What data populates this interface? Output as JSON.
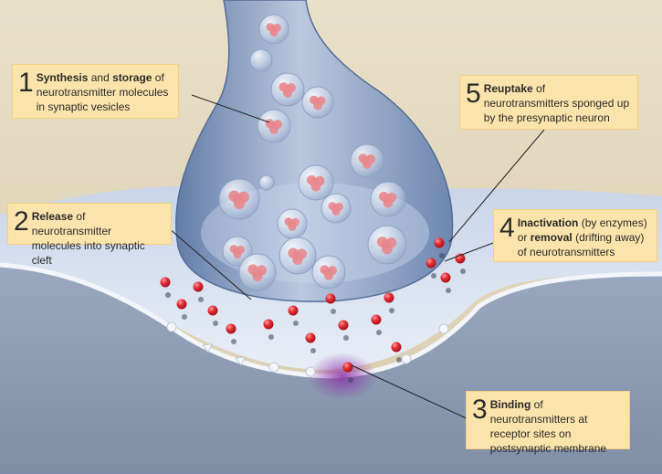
{
  "callouts": [
    {
      "num": "1",
      "bold": "Synthesis",
      "mid": " and ",
      "bold2": "storage",
      "rest": " of neurotransmitter molecules in synaptic vesicles"
    },
    {
      "num": "2",
      "bold": "Release",
      "mid": "",
      "bold2": "",
      "rest": " of neurotransmitter molecules into synaptic cleft"
    },
    {
      "num": "3",
      "bold": "Binding",
      "mid": "",
      "bold2": "",
      "rest": " of neurotransmitters at receptor sites on postsynaptic membrane"
    },
    {
      "num": "4",
      "bold": "Inactivation",
      "mid": " (by enzymes) or ",
      "bold2": "removal",
      "rest": " (drifting away) of neurotransmitters"
    },
    {
      "num": "5",
      "bold": "Reuptake",
      "mid": "",
      "bold2": "",
      "rest": " of neurotransmitters sponged up by the presynaptic neuron"
    }
  ],
  "colors": {
    "background": "#e6dcc4",
    "callout_fill": "#fbe4ab",
    "neuron_blue": "#7f97bd",
    "neurotransmitter_red": "#d8202a",
    "receptor_purple": "#7a2a9a"
  }
}
